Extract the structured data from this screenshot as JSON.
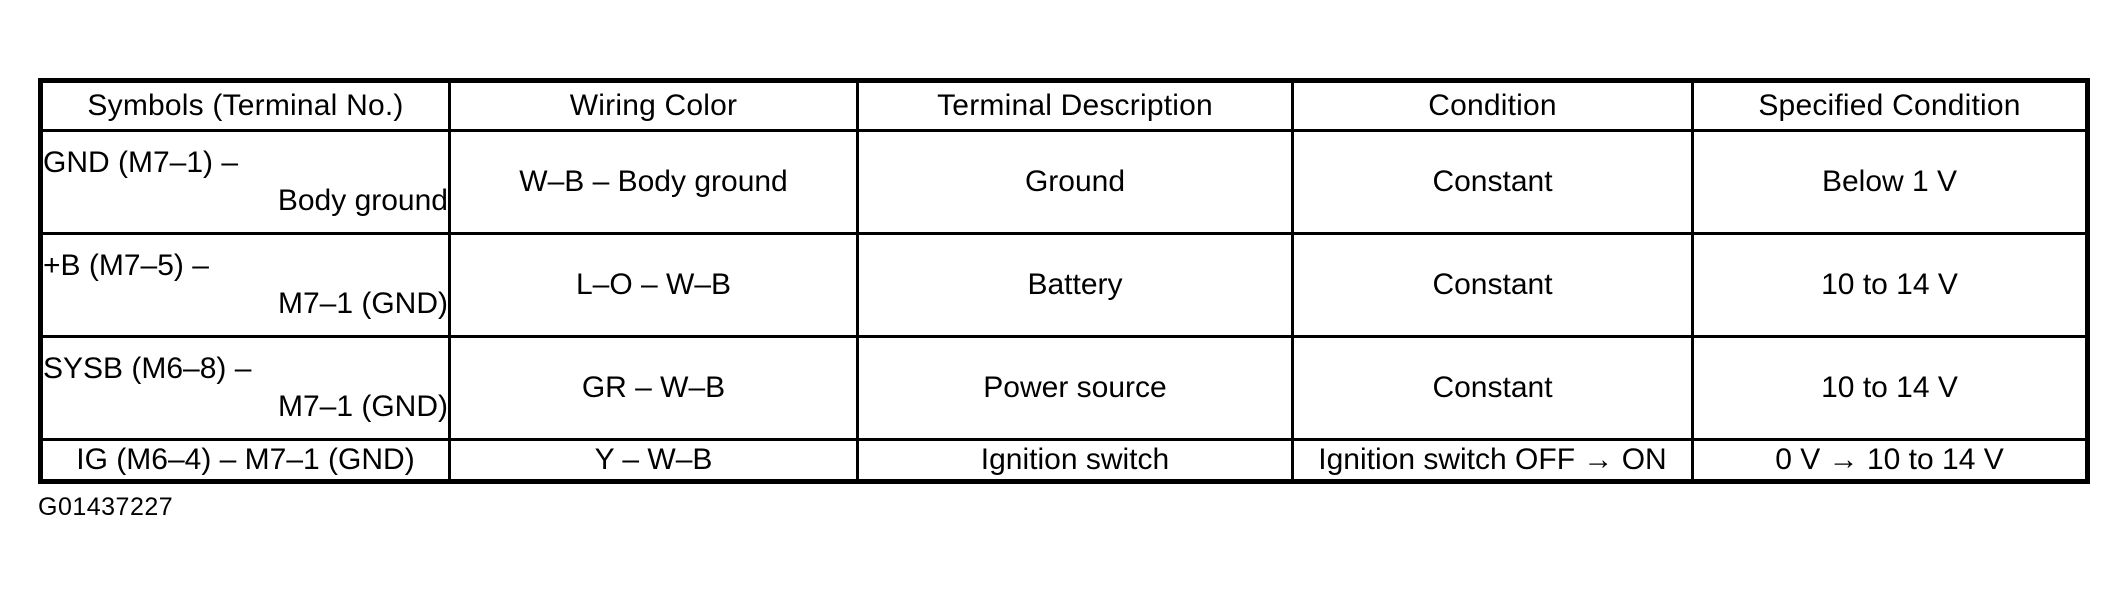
{
  "table": {
    "headers": [
      "Symbols (Terminal No.)",
      "Wiring Color",
      "Terminal Description",
      "Condition",
      "Specified Condition"
    ],
    "rows": [
      {
        "symbol_line1": "GND (M7–1) –",
        "symbol_line2": "Body ground",
        "wiring_color": "W–B – Body ground",
        "terminal_description": "Ground",
        "condition": "Constant",
        "specified_condition": "Below 1 V"
      },
      {
        "symbol_line1": "+B (M7–5) –",
        "symbol_line2": "M7–1 (GND)",
        "wiring_color": "L–O – W–B",
        "terminal_description": "Battery",
        "condition": "Constant",
        "specified_condition": "10 to 14 V"
      },
      {
        "symbol_line1": "SYSB (M6–8) –",
        "symbol_line2": "M7–1 (GND)",
        "wiring_color": "GR – W–B",
        "terminal_description": "Power source",
        "condition": "Constant",
        "specified_condition": "10 to 14 V"
      },
      {
        "symbol_line1": "IG (M6–4) – M7–1 (GND)",
        "symbol_line2": "",
        "wiring_color": "Y – W–B",
        "terminal_description": "Ignition switch",
        "condition": "Ignition switch OFF → ON",
        "specified_condition": "0 V → 10 to 14 V"
      }
    ]
  },
  "caption": "G01437227",
  "colors": {
    "border": "#000000",
    "background": "#ffffff",
    "text": "#000000"
  }
}
